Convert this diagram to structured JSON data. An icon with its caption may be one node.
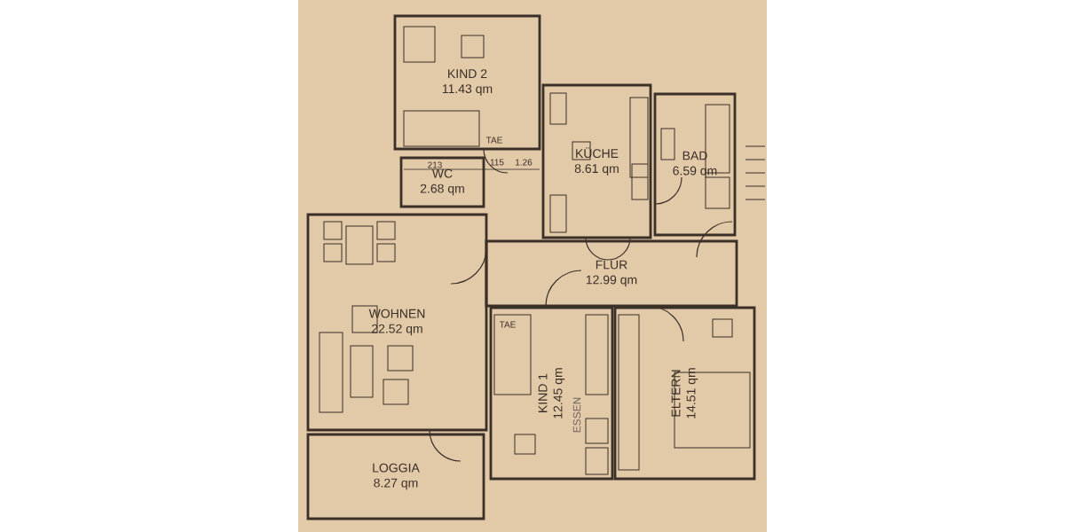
{
  "diagram": {
    "nodes": [
      {
        "text": [
          "KIND 2",
          "11.43 qm"
        ]
      },
      {
        "text": [
          "KÜCHE",
          "8.61 qm"
        ]
      },
      {
        "text": [
          "BAD",
          "6.59 qm"
        ]
      },
      {
        "text": [
          "WC",
          "2.68 qm"
        ]
      },
      {
        "text": [
          "WOHNEN",
          "22.52 qm"
        ]
      },
      {
        "text": [
          "FLUR",
          "12.99 qm"
        ]
      },
      {
        "text": [
          "KIND 1",
          "12.45 qm"
        ]
      },
      {
        "text": [
          "ELTERN",
          "14.51 qm"
        ]
      },
      {
        "text": [
          "LOGGIA",
          "8.27 qm"
        ]
      }
    ],
    "edges": [],
    "labels": [
      "TAE",
      "213",
      "115",
      "1.26",
      "TAE",
      "ESSEN"
    ]
  }
}
